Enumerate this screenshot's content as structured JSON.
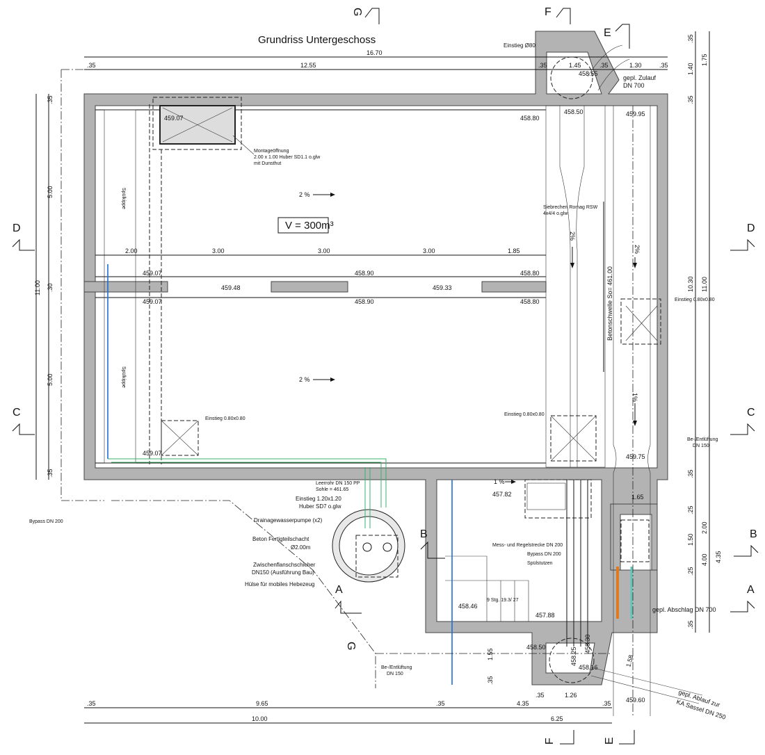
{
  "title": "Grundriss Untergeschoss",
  "volume": "V = 300m³",
  "sections": {
    "A": "A",
    "B": "B",
    "C": "C",
    "D": "D",
    "E": "E",
    "F": "F",
    "G": "G"
  },
  "dims_top": [
    "16.70",
    ".35",
    "12.55",
    ".35",
    "1.45",
    ".35",
    "1.30",
    ".35"
  ],
  "dims_left": [
    ".35",
    "5.00",
    "11.00",
    ".30",
    "5.00",
    ".35"
  ],
  "dims_right": [
    ".35",
    "1.40",
    "1.75",
    ".35",
    "10.30",
    "11.00",
    ".35",
    ".25",
    "1.50",
    "2.00",
    "4.00",
    "4.35",
    ".25",
    ".35"
  ],
  "dims_mid": [
    "2.00",
    "3.00",
    "3.00",
    "3.00",
    "1.85"
  ],
  "dims_bottom": [
    ".35",
    "9.65",
    ".35",
    "4.35",
    ".35",
    "10.00",
    "6.25",
    ".35",
    "1.26",
    "1.55",
    ".35",
    "1.58",
    "1.65"
  ],
  "levels": [
    "459.07",
    "458.80",
    "459.07",
    "458.90",
    "458.80",
    "459.07",
    "458.90",
    "458.80",
    "459.48",
    "459.33",
    "459.07",
    "458.50",
    "459.95",
    "458.55",
    "459.75",
    "457.82",
    "458.46",
    "457.88",
    "458.50",
    "458.25",
    "458.30",
    "458.16",
    "459.60"
  ],
  "slopes": [
    "2 %",
    "2 %",
    "2%",
    "2%",
    "1%",
    "1 %"
  ],
  "labels": {
    "einstieg_80": "Einstieg Ø80",
    "zulauf_1": "gepl. Zulauf",
    "zulauf_2": "DN 700",
    "montage_1": "Montageöffnung",
    "montage_2": "2.00 x 1.00 Huber SD1.1 o.glw",
    "montage_3": "mit Dunsthut",
    "sieb_1": "Siebrechen Romag RSW",
    "sieb_2": "4x4/4 o.glw",
    "schwelle": "Betonschwelle So= 461.00",
    "einstieg_a": "Einstieg 0.80x0.80",
    "einstieg_b": "Einstieg 0.80x0.80",
    "einstieg_c": "Einstieg 0.80x0.80",
    "belueft_1a": "Be-/Entlüftung",
    "belueft_1b": "DN 150",
    "belueft_2a": "Be-/Entlüftung",
    "belueft_2b": "DN 150",
    "bypass_1": "Bypass DN 200",
    "leerrohr_1": "Leerrohr DN 150 PP",
    "leerrohr_2": "Sohle = 461.65",
    "einstieg_120_1": "Einstieg 1.20x1.20",
    "einstieg_120_2": "Huber SD7 o.glw",
    "pumpe": "Drainagewasserpumpe (x2)",
    "schacht_1": "Beton Fertigteilschacht",
    "schacht_2": "Ø2.00m",
    "schieber_1": "Zwischenflanschschieber",
    "schieber_2": "DN150 (Ausführung Bau)",
    "huelse": "Hülse für mobiles Hebezeug",
    "mess": "Mess- und Regelstrecke DN 200",
    "bypass_2": "Bypass DN 200",
    "spuel": "Spülstutzen",
    "treppe": "9 Stg. 19.3/ 27",
    "abschlag": "gepl. Abschlag DN 700",
    "ablauf_1": "gepl. Ablauf zur",
    "ablauf_2": "KA Sassel DN 250",
    "spuelkippe_1": "Spülkippe",
    "spuelkippe_2": "Spülkippe"
  },
  "colors": {
    "wall": "#b3b3b3",
    "pipe_blue": "#1a6fd6",
    "pipe_green": "#36b36a",
    "orange": "#e07a20"
  }
}
